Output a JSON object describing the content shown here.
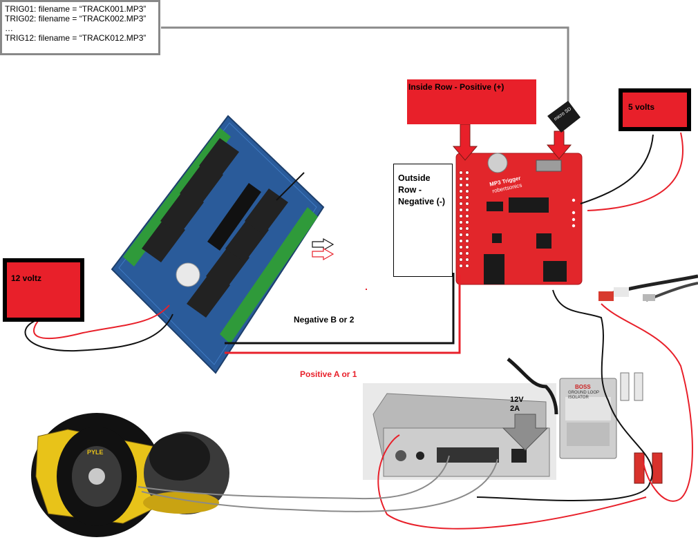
{
  "note": {
    "lines": [
      "TRIG01: filename = “TRACK001.MP3”",
      "TRIG02: filename = “TRACK002.MP3”",
      "…",
      "TRIG12: filename = “TRACK012.MP3”"
    ]
  },
  "labels": {
    "inside_row": "Inside Row - Positive (+)",
    "outside_row": "Outside Row - Negative (-)",
    "five_volts": "5 volts",
    "twelve_volts": "12 voltz",
    "negative": "Negative B or 2",
    "positive": "Positive A or 1",
    "amp_power": "12V 2A",
    "microsd": "micro SD",
    "mp3_board_title": "MP3 Trigger",
    "mp3_board_sub": "robertsonics",
    "speaker_brand": "PYLE",
    "isolator_brand": "BOSS",
    "isolator_text": "GROUND LOOP ISOLATOR"
  },
  "colors": {
    "red_box": "#e8202a",
    "wire_red": "#e8202a",
    "wire_black": "#111111",
    "wire_gray": "#8a8a8a",
    "relay_board": "#2a5b9a",
    "mp3_board": "#e2262b",
    "amp_body": "#b9b9b9",
    "speaker_yellow": "#e8c319"
  },
  "icons": [
    "microsd-card-icon",
    "down-arrow-icon",
    "relay-board-image",
    "mp3-trigger-board-image",
    "amplifier-image",
    "ground-loop-isolator-image",
    "speaker-image",
    "audio-cable-image"
  ]
}
